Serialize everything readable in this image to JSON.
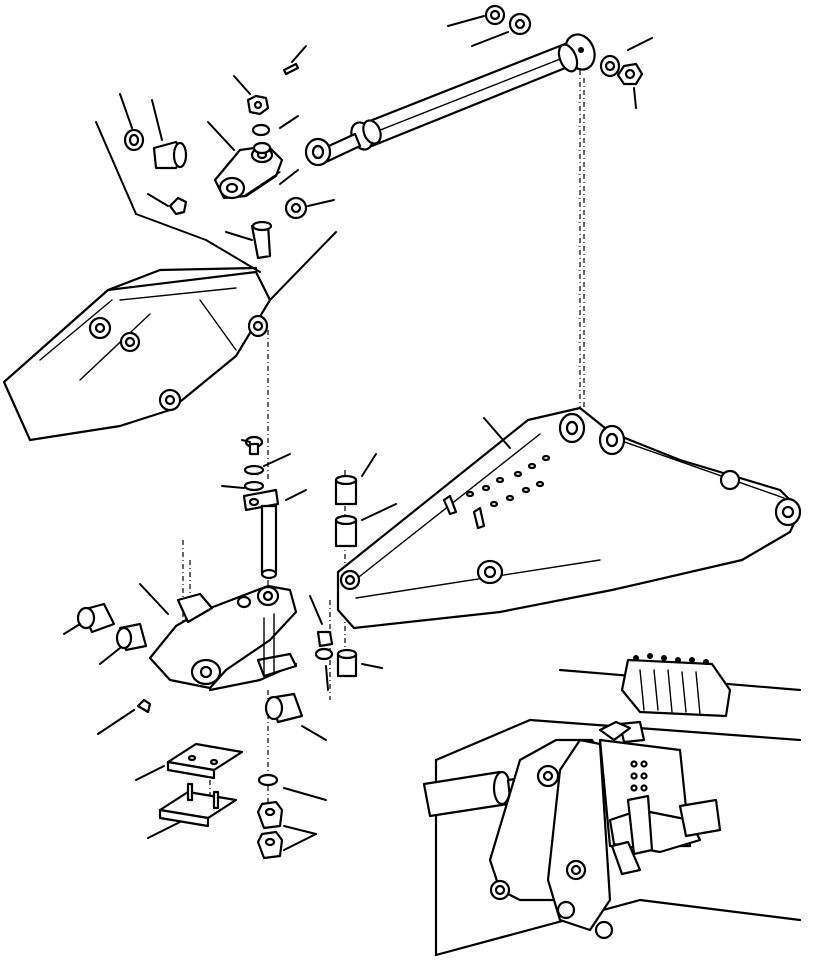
{
  "diagram": {
    "type": "exploded-parts-view",
    "parts": [
      {
        "name": "boom-cylinder"
      },
      {
        "name": "cylinder-rod-eye"
      },
      {
        "name": "upper-swing-bracket"
      },
      {
        "name": "lower-swing-bracket"
      },
      {
        "name": "boom-arm"
      },
      {
        "name": "frame-plate"
      },
      {
        "name": "pivot-pin"
      },
      {
        "name": "bushings"
      },
      {
        "name": "shims"
      },
      {
        "name": "washers"
      },
      {
        "name": "nuts"
      },
      {
        "name": "grease-fittings"
      },
      {
        "name": "control-valve-bank"
      },
      {
        "name": "control-linkage-detail"
      }
    ]
  }
}
